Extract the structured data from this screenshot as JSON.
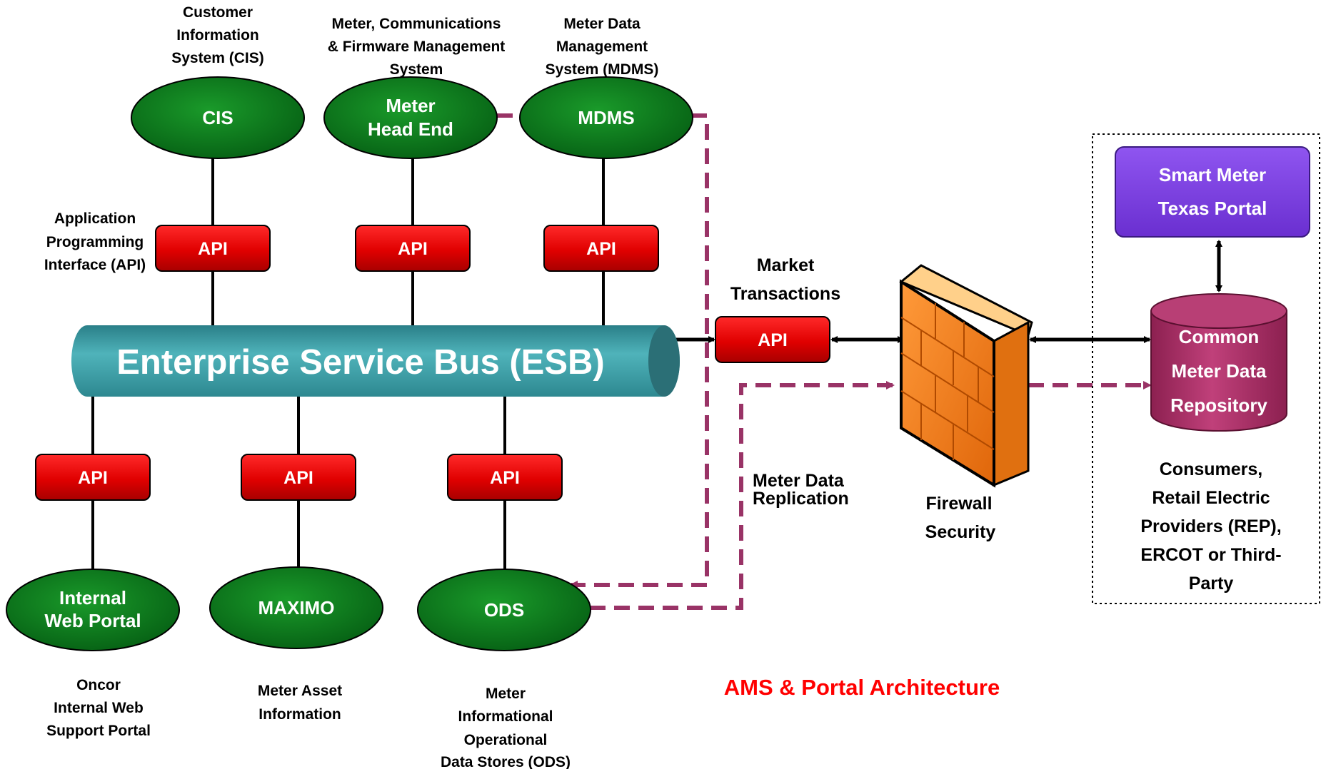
{
  "nodes": {
    "cis": {
      "label": "CIS",
      "caption": [
        "Customer",
        "Information",
        "System (CIS)"
      ]
    },
    "mhe": {
      "label": [
        "Meter",
        "Head End"
      ],
      "caption": [
        "Meter, Communications",
        "& Firmware Management",
        "System"
      ]
    },
    "mdms": {
      "label": "MDMS",
      "caption": [
        "Meter Data",
        "Management",
        "System (MDMS)"
      ]
    },
    "iwp": {
      "label": [
        "Internal",
        "Web Portal"
      ],
      "caption": [
        "Oncor",
        "Internal Web",
        "Support Portal"
      ]
    },
    "maximo": {
      "label": "MAXIMO",
      "caption": [
        "Meter Asset",
        "Information"
      ]
    },
    "ods": {
      "label": "ODS",
      "caption": [
        "Meter",
        "Informational",
        "Operational",
        "Data Stores (ODS)"
      ]
    }
  },
  "api_label": "API",
  "api_caption": [
    "Application",
    "Programming",
    "Interface (API)"
  ],
  "esb_label": "Enterprise Service Bus (ESB)",
  "market_label": [
    "Market",
    "Transactions"
  ],
  "replication_label": [
    "Meter Data",
    "Replication"
  ],
  "firewall_label": [
    "Firewall",
    "Security"
  ],
  "smt_portal": [
    "Smart Meter",
    "Texas Portal"
  ],
  "repository": [
    "Common",
    "Meter Data",
    "Repository"
  ],
  "consumers": [
    "Consumers,",
    "Retail Electric",
    "Providers (REP),",
    "ERCOT or Third-",
    "Party"
  ],
  "diagram_title": "AMS & Portal Architecture",
  "colors": {
    "node_green": "#0b7a1a",
    "api_red": "#e00000",
    "esb_teal": "#3d9ea6",
    "dashed_purple": "#993366",
    "firewall_orange": "#ff8c2a",
    "portal_purple": "#7a3fe0",
    "repo_magenta": "#b0306a",
    "title_red": "#ff0000"
  }
}
